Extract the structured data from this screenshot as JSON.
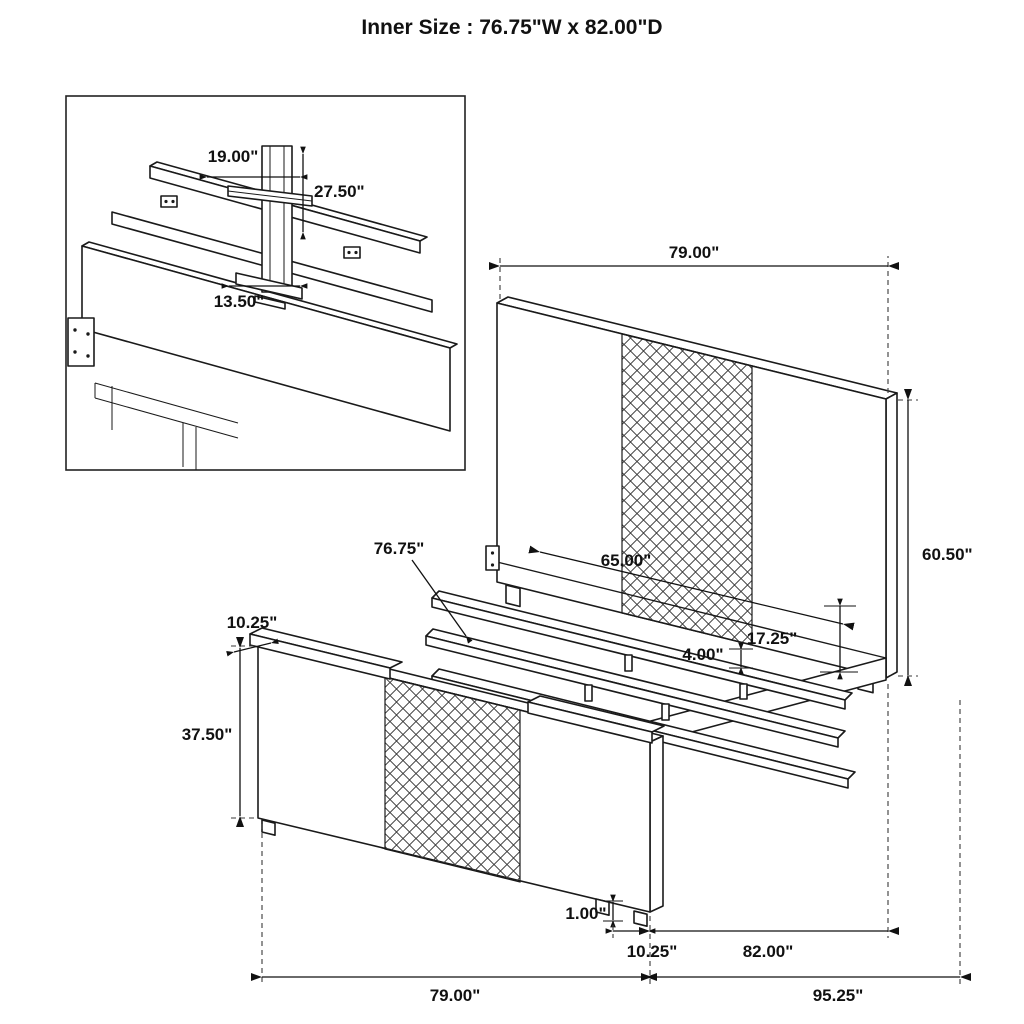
{
  "page": {
    "title": "Inner Size : 76.75\"W x 82.00\"D",
    "colors": {
      "line": "#1a1a1a",
      "background": "#ffffff"
    }
  },
  "inset_detail": {
    "dimensions": {
      "bracket_width": "19.00\"",
      "bracket_height": "27.50\"",
      "base_width": "13.50\""
    }
  },
  "main_drawing": {
    "dimensions": {
      "headboard_width": "79.00\"",
      "headboard_height": "60.50\"",
      "slat_length": "76.75\"",
      "inner_width": "65.00\"",
      "rail_height": "17.25\"",
      "support_leg_height": "4.00\"",
      "footboard_lid_depth": "10.25\"",
      "footboard_height": "37.50\"",
      "foot_height": "1.00\"",
      "footboard_thickness": "10.25\"",
      "inner_depth": "82.00\"",
      "footboard_width": "79.00\"",
      "overall_depth": "95.25\""
    }
  }
}
